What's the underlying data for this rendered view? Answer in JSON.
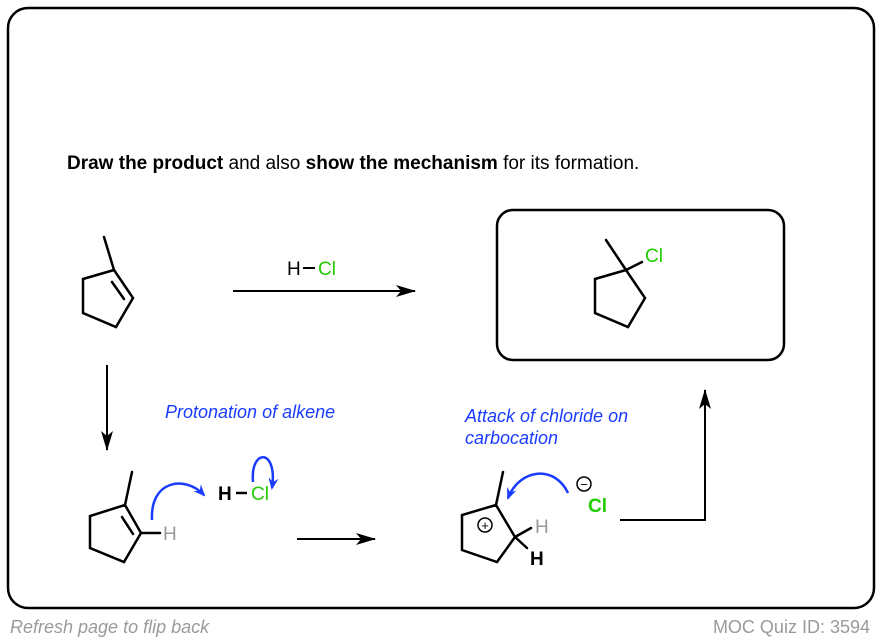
{
  "question": {
    "bold1": "Draw the product",
    "text1": " and also ",
    "bold2": "show the mechanism",
    "text2": " for its formation."
  },
  "reagent": {
    "h": "H",
    "cl": "Cl"
  },
  "product": {
    "cl": "Cl"
  },
  "step1": {
    "note": "Protonation of alkene",
    "h": "H",
    "hcl_h": "H",
    "hcl_cl": "Cl"
  },
  "step2": {
    "note_line1": "Attack of chloride on",
    "note_line2": "carbocation",
    "h_gray": "H",
    "h_bold": "H",
    "plus": "+",
    "minus": "−",
    "cl": "Cl"
  },
  "footer": {
    "left": "Refresh page to flip back",
    "right": "MOC Quiz ID: 3594"
  },
  "colors": {
    "chlorine": "#22cc00",
    "arrow": "#1a3cff",
    "gray_h": "#999999"
  }
}
